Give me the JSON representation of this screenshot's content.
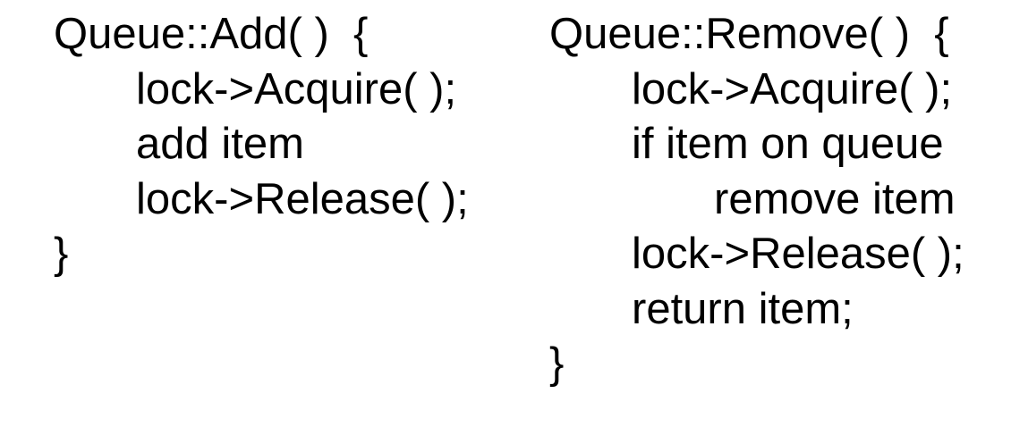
{
  "add_function": {
    "lines": [
      {
        "text": "Queue::Add( )  {",
        "indent": 0
      },
      {
        "text": "lock->Acquire( );",
        "indent": 1
      },
      {
        "text": "add item",
        "indent": 1
      },
      {
        "text": "lock->Release( );",
        "indent": 1
      },
      {
        "text": "}",
        "indent": 0
      }
    ]
  },
  "remove_function": {
    "lines": [
      {
        "text": "Queue::Remove( )  {",
        "indent": 0
      },
      {
        "text": "lock->Acquire( );",
        "indent": 1
      },
      {
        "text": "if item on queue",
        "indent": 1
      },
      {
        "text": "remove item",
        "indent": 2
      },
      {
        "text": "lock->Release( );",
        "indent": 1
      },
      {
        "text": "return item;",
        "indent": 1
      },
      {
        "text": "}",
        "indent": 0
      }
    ]
  }
}
